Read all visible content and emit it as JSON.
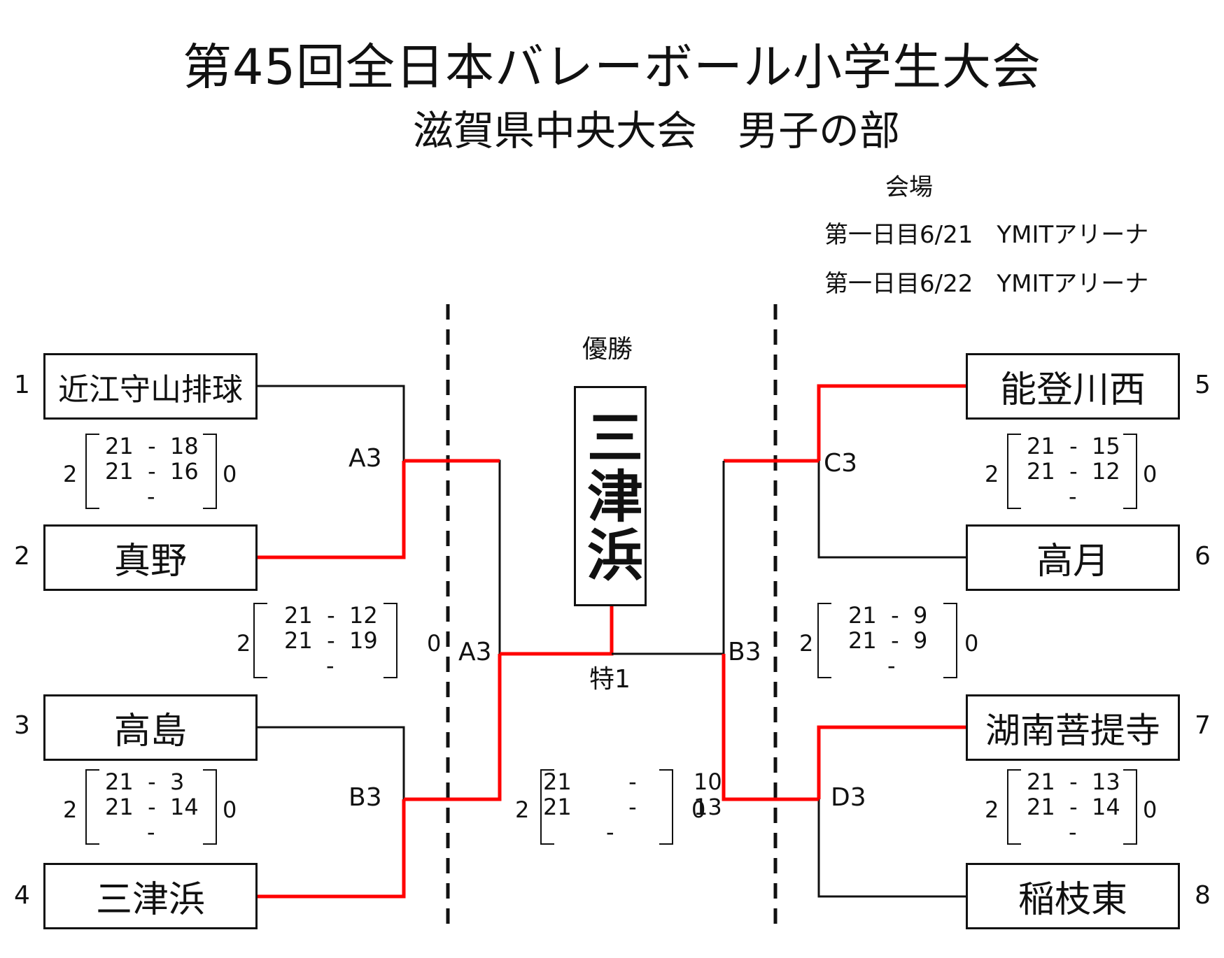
{
  "title": "第45回全日本バレーボール小学生大会",
  "subtitle": "滋賀県中央大会　男子の部",
  "venue": {
    "heading": "会場",
    "day1": "第一日目6/21　YMITアリーナ",
    "day2": "第一日目6/22　YMITアリーナ"
  },
  "champion_label": "優勝",
  "champion": "三津浜",
  "teams": [
    {
      "seed": "1",
      "name": "近江守山排球"
    },
    {
      "seed": "2",
      "name": "真野"
    },
    {
      "seed": "3",
      "name": "高島"
    },
    {
      "seed": "4",
      "name": "三津浜"
    },
    {
      "seed": "5",
      "name": "能登川西"
    },
    {
      "seed": "6",
      "name": "高月"
    },
    {
      "seed": "7",
      "name": "湖南菩提寺"
    },
    {
      "seed": "8",
      "name": "稲枝東"
    }
  ],
  "match_labels": {
    "a3_left": "A3",
    "b3_left": "B3",
    "a3_semi": "A3",
    "b3_semi": "B3",
    "c3": "C3",
    "d3": "D3",
    "final": "特1"
  },
  "scores": {
    "m1": {
      "left": "2",
      "right": "0",
      "rows": [
        "21  -  18",
        "21  -  16",
        "-"
      ]
    },
    "m2": {
      "left": "2",
      "right": "0",
      "rows": [
        "21  -  3",
        "21  -  14",
        "-"
      ]
    },
    "semi_left": {
      "left": "2",
      "right": "0",
      "rows": [
        "21  -  12",
        "21  -  19",
        "-"
      ]
    },
    "final": {
      "left": "2",
      "right": "0",
      "rows": [
        "21        -        10",
        "21        -        13",
        "-"
      ]
    },
    "m3": {
      "left": "2",
      "right": "0",
      "rows": [
        "21  -  15",
        "21  -  12",
        "-"
      ]
    },
    "semi_right": {
      "left": "2",
      "right": "0",
      "rows": [
        "21  -  9",
        "21  -  9",
        "-"
      ]
    },
    "m4": {
      "left": "2",
      "right": "0",
      "rows": [
        "21  -  13",
        "21  -  14",
        "-"
      ]
    }
  },
  "colors": {
    "winner_line": "#ff0000",
    "line": "#111111"
  }
}
